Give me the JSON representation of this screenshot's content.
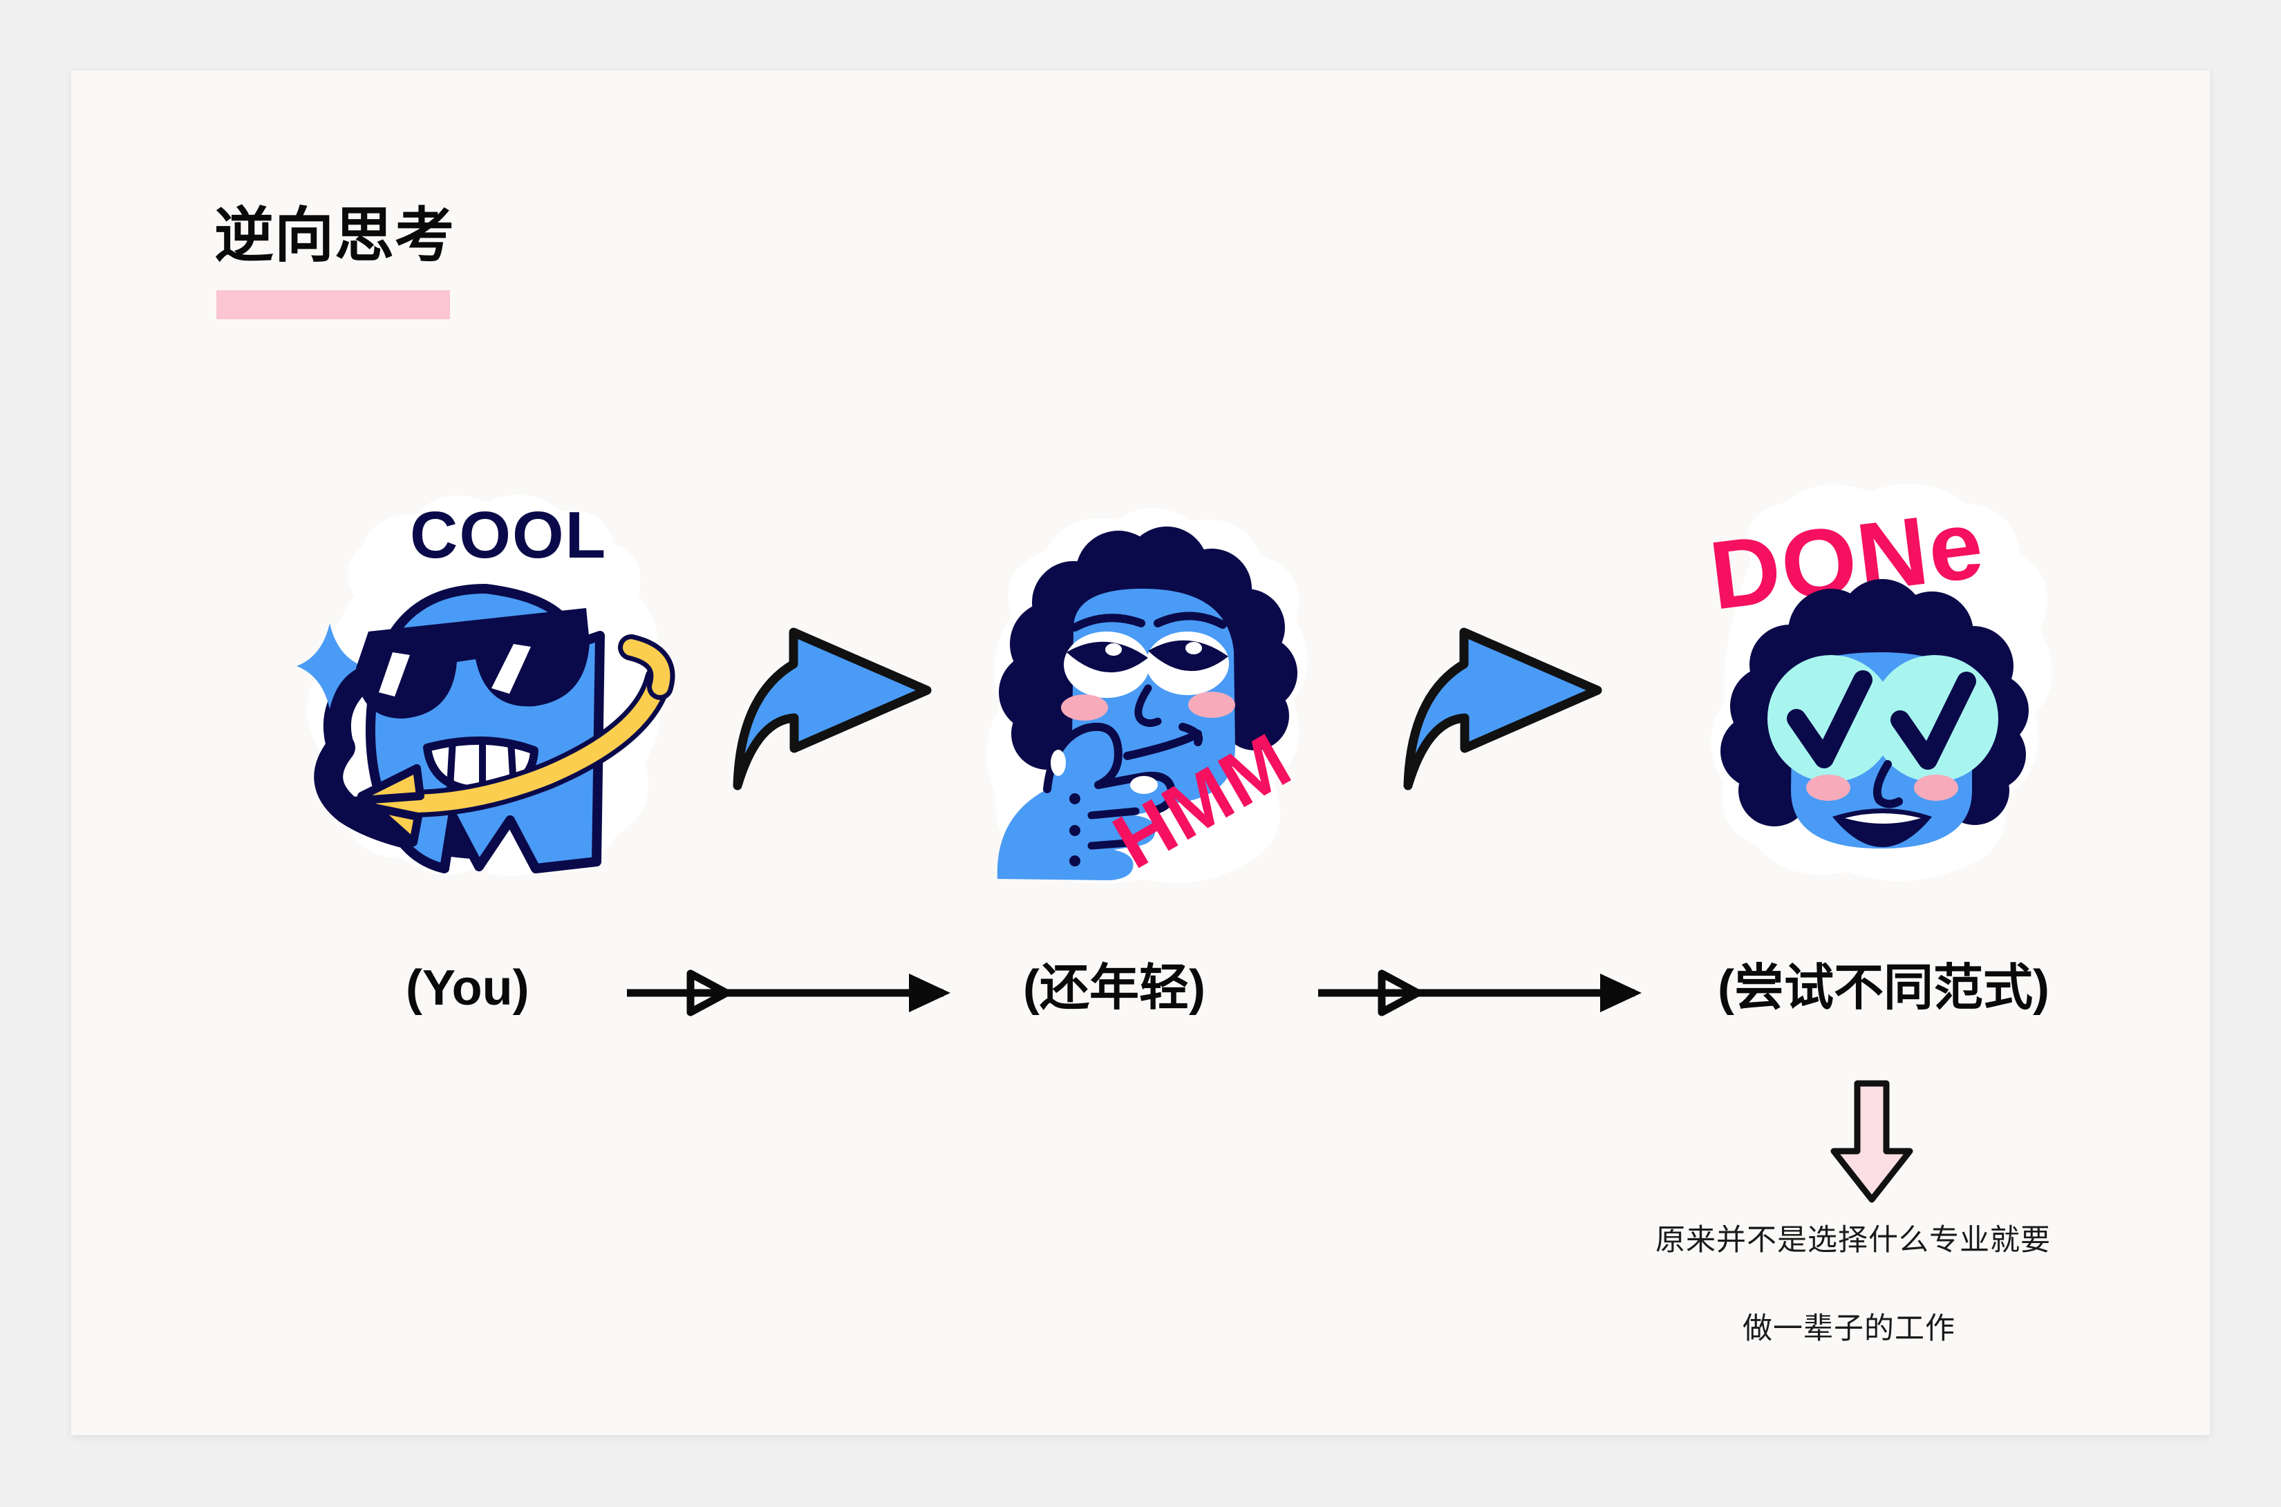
{
  "page": {
    "background_color": "#F0F0F0",
    "card_color": "#FAF9F7"
  },
  "title": {
    "text": "逆向思考",
    "highlight_color": "#FBC5D2"
  },
  "palette": {
    "blue": "#4A9BF5",
    "navy": "#0A0A4A",
    "pink": "#F51060",
    "yellow": "#FCCE4F",
    "cyan": "#A8F5F0",
    "blush": "#F7ABBA",
    "white": "#FFFFFF",
    "black": "#111111"
  },
  "stickers": [
    {
      "name": "cool-ghost",
      "caption": "COOL",
      "caption_color": "#0A0A4A",
      "description": "blue ghost with sunglasses, grin and yellow orbit ring"
    },
    {
      "name": "thinking-face",
      "caption": "HMM",
      "caption_color": "#F51060",
      "description": "blue face with curly navy hair resting chin on hand"
    },
    {
      "name": "done-face",
      "caption": "DONe",
      "caption_color": "#F51060",
      "description": "blue face with curly navy hair, cyan check-mark eyes, big smile"
    }
  ],
  "flow": {
    "steps": [
      {
        "label": "(You)"
      },
      {
        "label": "(还年轻)"
      },
      {
        "label": "(尝试不同范式)"
      }
    ]
  },
  "conclusion": {
    "line1": "原来并不是选择什么专业就要",
    "line2": "做一辈子的工作"
  }
}
